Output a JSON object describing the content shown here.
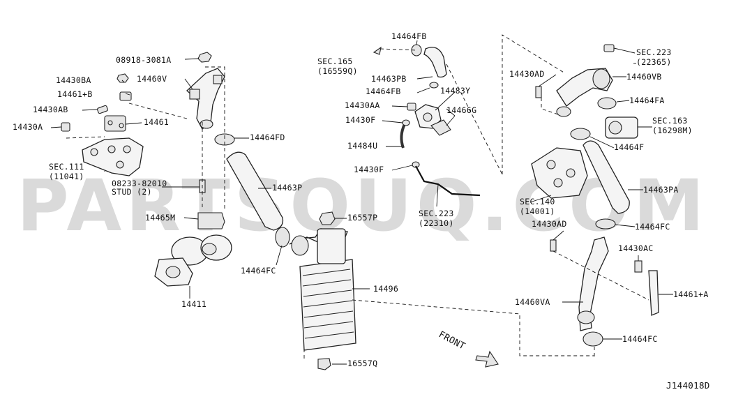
{
  "watermark": "PARTSOUQ.COM",
  "diagram_code": "J144018D",
  "front_label": "FRONT",
  "labels": {
    "p08918_3081a": "08918-3081A",
    "p14430ba": "14430BA",
    "p14460v": "14460V",
    "p14461b": "14461+B",
    "p14430ab": "14430AB",
    "p14461": "14461",
    "p14430a": "14430A",
    "p14464fd": "14464FD",
    "sec111": "SEC.111",
    "sec111_sub": "(11041)",
    "p08233": "08233-82010",
    "stud": "STUD (2)",
    "p14463p": "14463P",
    "p14465m": "14465M",
    "p14464fc_left": "14464FC",
    "p14411": "14411",
    "sec165": "SEC.165",
    "sec165_sub": "(16559Q)",
    "p14464fb_top": "14464FB",
    "p14463pb": "14463PB",
    "p14464fb": "14464FB",
    "p14483y": "14483Y",
    "p14430aa": "14430AA",
    "p14466g": "14466G",
    "p14430f_top": "14430F",
    "p14484u": "14484U",
    "p14430f_bot": "14430F",
    "sec223_low": "SEC.223",
    "sec223_low_sub": "(22310)",
    "p16557p": "16557P",
    "p14496": "14496",
    "p16557q": "16557Q",
    "sec223_top": "SEC.223",
    "sec223_top_sub": "(22365)",
    "p14430ad_top": "14430AD",
    "p14460vb": "14460VB",
    "p14464fa": "14464FA",
    "sec163": "SEC.163",
    "sec163_sub": "(16298M)",
    "p14464f": "14464F",
    "p14463pa": "14463PA",
    "sec140": "SEC.140",
    "sec140_sub": "(14001)",
    "p14430ad_mid": "14430AD",
    "p14464fc_mid": "14464FC",
    "p14430ac": "14430AC",
    "p14461a": "14461+A",
    "p14460va": "14460VA",
    "p14464fc_bot": "14464FC"
  }
}
